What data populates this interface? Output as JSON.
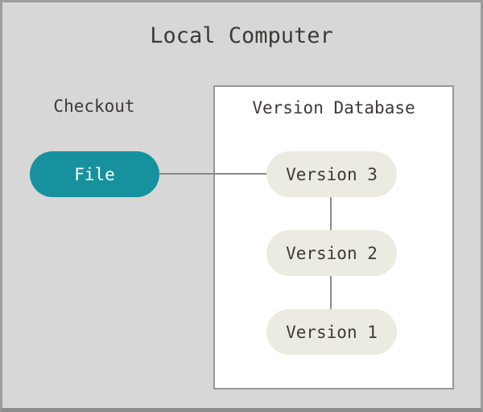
{
  "diagram": {
    "title": "Local Computer",
    "checkout": {
      "label": "Checkout",
      "file_node": "File"
    },
    "version_database": {
      "title": "Version Database",
      "versions": [
        "Version 3",
        "Version 2",
        "Version 1"
      ]
    },
    "colors": {
      "background": "#D7D7D7",
      "box_background": "#FFFFFF",
      "border": "#9C9C9C",
      "accent_teal": "#17919D",
      "node_cream": "#ECEBE2",
      "text_dark": "#3E3A36",
      "connector": "#8A8A8A"
    }
  }
}
